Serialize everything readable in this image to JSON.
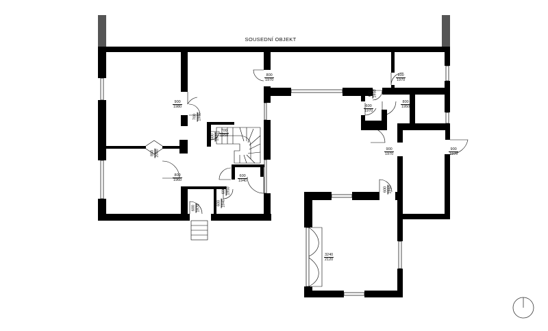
{
  "plan": {
    "neighbor_label": "SOUSEDNÍ OBJEKT",
    "wall_color": "#000000",
    "neighbor_wall_color": "#555555",
    "background": "#ffffff"
  },
  "openings": [
    {
      "id": "door-800-1970-a",
      "width": "800",
      "height": "1970"
    },
    {
      "id": "door-800-1970-b",
      "width": "800",
      "height": "1970"
    },
    {
      "id": "door-900-1980",
      "width": "900",
      "height": "1980"
    },
    {
      "id": "door-600-1970",
      "width": "600",
      "height": "1970"
    },
    {
      "id": "door-800-1950",
      "width": "800",
      "height": "1950"
    },
    {
      "id": "door-700-1950",
      "width": "700",
      "height": "1950"
    },
    {
      "id": "door-900-1970-a",
      "width": "900",
      "height": "1970"
    },
    {
      "id": "door-900-1970-b",
      "width": "900",
      "height": "1970"
    },
    {
      "id": "door-800-1960",
      "width": "800",
      "height": "1960"
    },
    {
      "id": "door-600-1940",
      "width": "600",
      "height": "1940"
    },
    {
      "id": "door-3240-2120",
      "width": "3240",
      "height": "2120"
    },
    {
      "id": "door-850-2000",
      "width": "850",
      "height": "2000"
    },
    {
      "id": "door-700-1960",
      "width": "700",
      "height": "1960"
    },
    {
      "id": "door-600-1950",
      "width": "600",
      "height": "1950"
    },
    {
      "id": "door-600-1970-small",
      "width": "600",
      "height": "1970"
    },
    {
      "id": "door-600-1950-small",
      "width": "600",
      "height": "1950"
    },
    {
      "id": "door-600-1940-small",
      "width": "600",
      "height": "1940"
    },
    {
      "id": "door-600-1970-rot",
      "width": "600",
      "height": "1970"
    },
    {
      "id": "door-600-1960-rot",
      "width": "600",
      "height": "1960"
    }
  ]
}
